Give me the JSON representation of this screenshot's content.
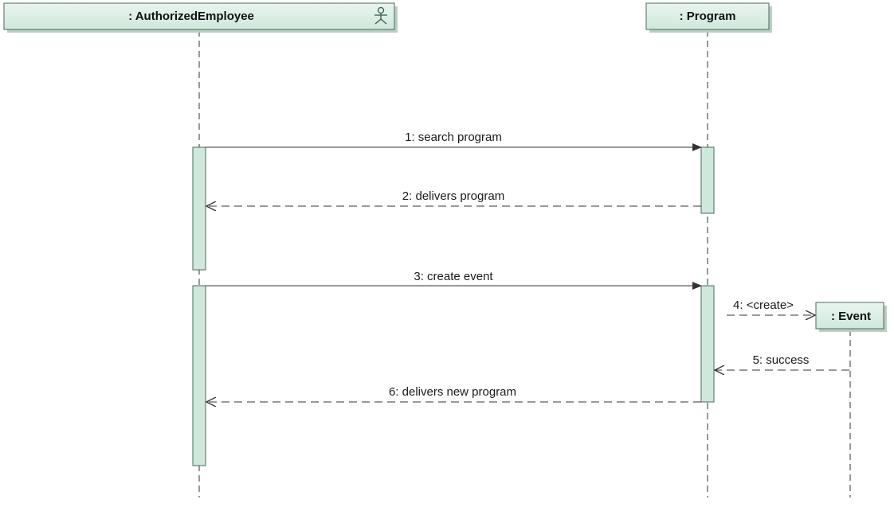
{
  "participants": {
    "employee": {
      "label": ": AuthorizedEmployee",
      "icon": "actor-icon"
    },
    "program": {
      "label": ": Program"
    },
    "event": {
      "label": ": Event"
    }
  },
  "messages": [
    {
      "label": "1: search program",
      "kind": "sync"
    },
    {
      "label": "2: delivers program",
      "kind": "return"
    },
    {
      "label": "3: create event",
      "kind": "sync"
    },
    {
      "label": "4: <create>",
      "kind": "create"
    },
    {
      "label": "5: success",
      "kind": "return"
    },
    {
      "label": "6: delivers new program",
      "kind": "return"
    }
  ],
  "colors": {
    "box_fill": "#cfe8dc",
    "box_fill_light": "#e9f5ef",
    "border": "#4a6a5a",
    "line": "#333333"
  }
}
